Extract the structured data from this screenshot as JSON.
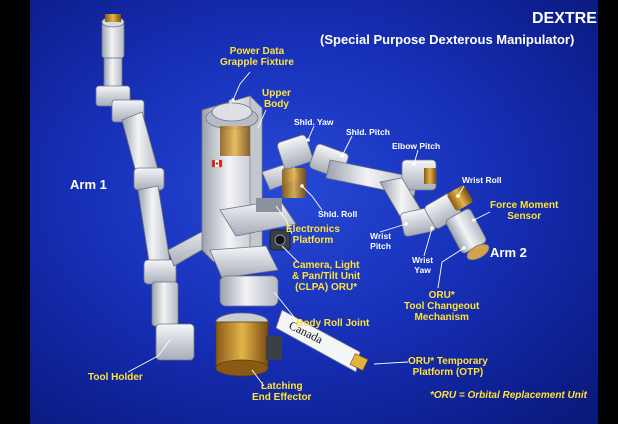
{
  "title": "DEXTRE",
  "subtitle": "(Special Purpose Dexterous Manipulator)",
  "footnote": "*ORU = Orbital Replacement Unit",
  "arm1": "Arm 1",
  "arm2": "Arm 2",
  "decal_text": "Canada",
  "labels": {
    "power_data_l1": "Power Data",
    "power_data_l2": "Grapple Fixture",
    "upper_body_l1": "Upper",
    "upper_body_l2": "Body",
    "electronics_l1": "Electronics",
    "electronics_l2": "Platform",
    "clpa_l1": "Camera, Light",
    "clpa_l2": "& Pan/Tilt Unit",
    "clpa_l3": "(CLPA) ORU*",
    "body_roll": "Body Roll Joint",
    "tool_holder": "Tool Holder",
    "latching_l1": "Latching",
    "latching_l2": "End Effector",
    "otp_l1": "ORU* Temporary",
    "otp_l2": "Platform (OTP)",
    "oru_tool_l1": "ORU*",
    "oru_tool_l2": "Tool Changeout",
    "oru_tool_l3": "Mechanism",
    "force_l1": "Force Moment",
    "force_l2": "Sensor",
    "shld_yaw": "Shld. Yaw",
    "shld_pitch": "Shld. Pitch",
    "shld_roll": "Shld. Roll",
    "elbow_pitch": "Elbow Pitch",
    "wrist_roll": "Wrist Roll",
    "wrist_pitch_l1": "Wrist",
    "wrist_pitch_l2": "Pitch",
    "wrist_yaw_l1": "Wrist",
    "wrist_yaw_l2": "Yaw"
  }
}
